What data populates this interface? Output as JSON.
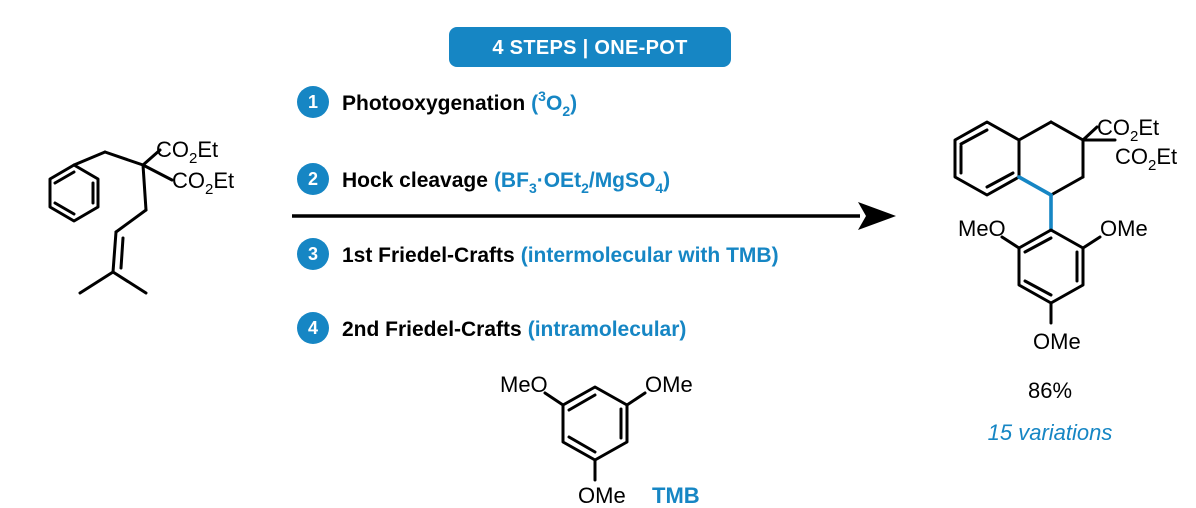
{
  "header": {
    "title": "4 STEPS | ONE-POT"
  },
  "colors": {
    "accent": "#1686c4",
    "text": "#000000",
    "background": "#ffffff"
  },
  "steps": [
    {
      "number": "1",
      "label": "Photooxygenation",
      "reagent_open": "(",
      "reagent_sup": "3",
      "reagent_main": "O",
      "reagent_sub": "2",
      "reagent_close": ")"
    },
    {
      "number": "2",
      "label": "Hock cleavage",
      "reagent_a": "(BF",
      "reagent_sub1": "3",
      "reagent_b": "·OEt",
      "reagent_sub2": "2",
      "reagent_c": "/MgSO",
      "reagent_sub3": "4",
      "reagent_d": ")"
    },
    {
      "number": "3",
      "label": "1st Friedel-Crafts",
      "reagent": "(intermolecular with TMB)"
    },
    {
      "number": "4",
      "label": "2nd Friedel-Crafts",
      "reagent": "(intramolecular)"
    }
  ],
  "starting_material": {
    "ester1_a": "CO",
    "ester1_sub": "2",
    "ester1_b": "Et",
    "ester2_a": "CO",
    "ester2_sub": "2",
    "ester2_b": "Et"
  },
  "reagent_tmb": {
    "ome_left": "MeO",
    "ome_right": "OMe",
    "ome_bottom": "OMe",
    "name": "TMB"
  },
  "product": {
    "ester1_a": "CO",
    "ester1_sub": "2",
    "ester1_b": "Et",
    "ester2_a": "CO",
    "ester2_sub": "2",
    "ester2_b": "Et",
    "ome_left": "MeO",
    "ome_right": "OMe",
    "ome_bottom": "OMe",
    "yield": "86%",
    "variations": "15 variations"
  }
}
